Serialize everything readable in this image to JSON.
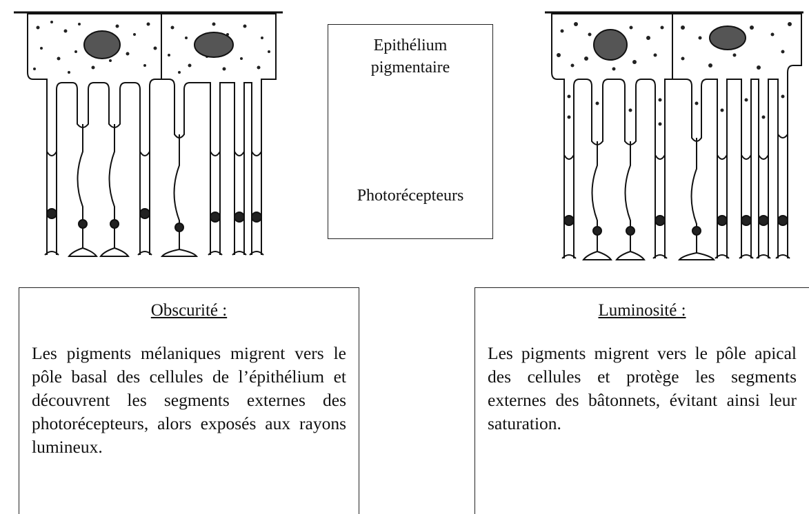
{
  "legend": {
    "epithelium_line1": "Epithélium",
    "epithelium_line2": "pigmentaire",
    "photoreceptors": "Photorécepteurs"
  },
  "panels": [
    {
      "id": "dark",
      "title": "Obscurité :",
      "text": "Les pigments mélaniques migrent vers le pôle basal des cellules de l’épithélium et découvrent les segments externes des photorécepteurs, alors exposés aux rayons lumineux."
    },
    {
      "id": "light",
      "title": "Luminosité :",
      "text": "Les pigments migrent vers le pôle apical des cellules et protège les segments externes des bâtonnets, évitant ainsi leur saturation."
    }
  ],
  "illustrations": {
    "dark": {
      "pigment_position": "basal",
      "cell_count": 2
    },
    "light": {
      "pigment_position": "apical",
      "cell_count": 2
    }
  }
}
